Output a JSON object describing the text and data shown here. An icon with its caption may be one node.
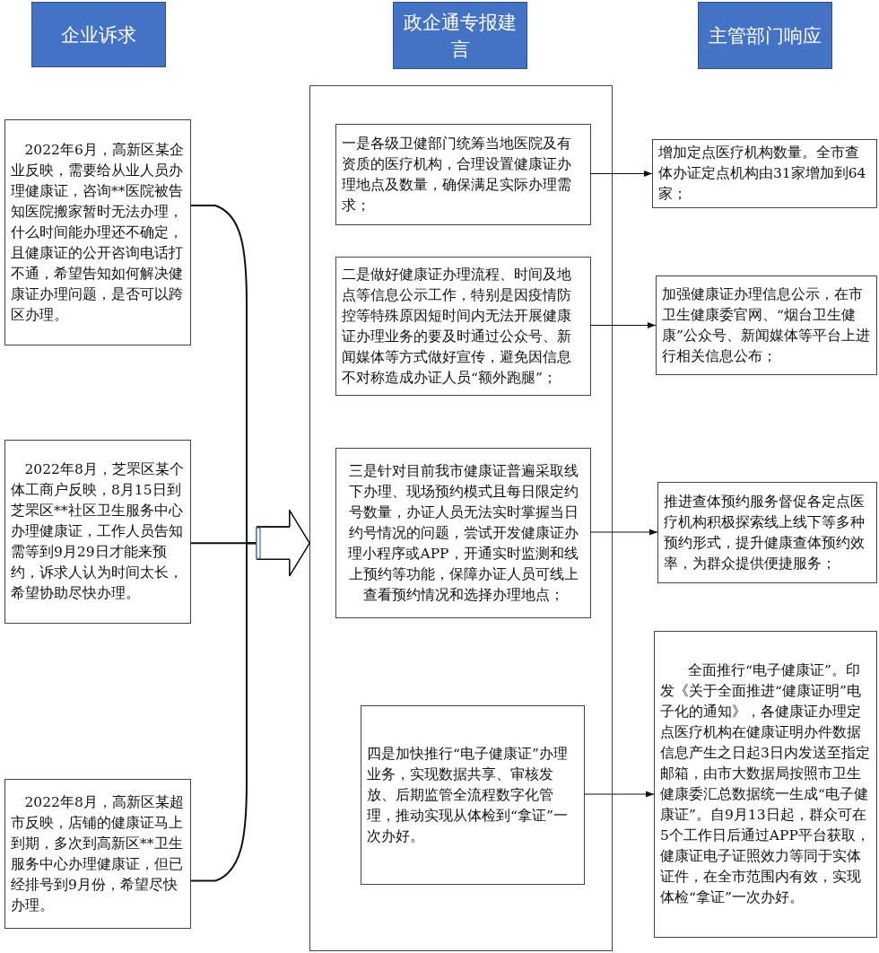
{
  "diagram": {
    "nodes": [
      {
        "text": [
          "企业诉求"
        ]
      },
      {
        "text": [
          "政企通专报建言"
        ]
      },
      {
        "text": [
          "主管部门响应"
        ]
      },
      {
        "text": [
          "2022年6月，高新区某企业反映，需要给从业人员办理健康证，咨询**医院被告知医院搬家暂时无法办理，什么时间能办理还不确定，且健康证的公开咨询电话打不通，希望告知如何解决健康证办理问题，是否可以跨区办理。"
        ]
      },
      {
        "text": [
          "2022年8月，芝罘区某个体工商户反映，8月15日到芝罘区**社区卫生服务中心办理健康证，工作人员告知需等到9月29日才能来预约，诉求人认为时间太长，希望协助尽快办理。"
        ]
      },
      {
        "text": [
          "2022年8月，高新区某超市反映，店铺的健康证马上到期，多次到高新区**卫生服务中心办理健康证，但已经排号到9月份，希望尽快办理。"
        ]
      },
      {
        "text": [],
        "shape": "box"
      },
      {
        "text": [
          "一是各级卫健部门统筹当地医院及有资质的医疗机构，合理设置健康证办理地点及数量，确保满足实际办理需求；"
        ],
        "in": 6
      },
      {
        "text": [
          "二是做好健康证办理流程、时间及地点等信息公示工作，特别是因疫情防控等特殊原因短时间内无法开展健康证办理业务的要及时通过公众号、新闻媒体等方式做好宣传，避免因信息不对称造成办证人员“额外跑腿”；"
        ],
        "in": 6
      },
      {
        "text": [
          "三是针对目前我市健康证普遍采取线下办理、现场预约模式且每日限定约号数量，办证人员无法实时掌握当日约号情况的问题，尝试开发健康证办理小程序或APP，开通实时监测和线上预约等功能，保障办证人员可线上查看预约情况和选择办理地点；"
        ],
        "in": 6
      },
      {
        "text": [
          "四是加快推行“电子健康证”办理业务，实现数据共享、审核发放、后期监管全流程数字化管理，推动实现从体检到“拿证”一次办好。"
        ],
        "in": 6
      },
      {
        "text": [
          "增加定点医疗机构数量。全市查体办证定点机构由31家增加到64家；"
        ]
      },
      {
        "text": [
          "加强健康证办理信息公示，在市卫生健康委官网、“烟台卫生健康”公众号、新闻媒体等平台上进行相关信息公布；"
        ]
      },
      {
        "text": [
          "推进查体预约服务督促各定点医疗机构积极探索线上线下等多种预约形式，提升健康查体预约效率，为群众提供便捷服务；"
        ]
      },
      {
        "text": [
          "全面推行“电子健康证”。印发《关于全面推进“健康证明”电子化的通知》，各健康证办理定点医疗机构在健康证明办件数据信息产生之日起3日内发送至指定邮箱，由市大数据局按照市卫生健康委汇总数据统一生成“电子健康证”。自9月13日起，群众可在5个工作日后通过APP平台获取，健康证电子证照效力等同于实体证件，在全市范围内有效，实现体检“拿证”一次办好。"
        ]
      }
    ],
    "edges": [
      {
        "from": 3,
        "to": 6,
        "arrow": "to"
      },
      {
        "from": 4,
        "to": 6,
        "arrow": "to"
      },
      {
        "from": 5,
        "to": 6,
        "arrow": "to"
      },
      {
        "from": 7,
        "to": 11,
        "arrow": "to"
      },
      {
        "from": 8,
        "to": 12,
        "arrow": "to"
      },
      {
        "from": 9,
        "to": 13,
        "arrow": "to"
      },
      {
        "from": 10,
        "to": 14,
        "arrow": "to"
      }
    ]
  }
}
